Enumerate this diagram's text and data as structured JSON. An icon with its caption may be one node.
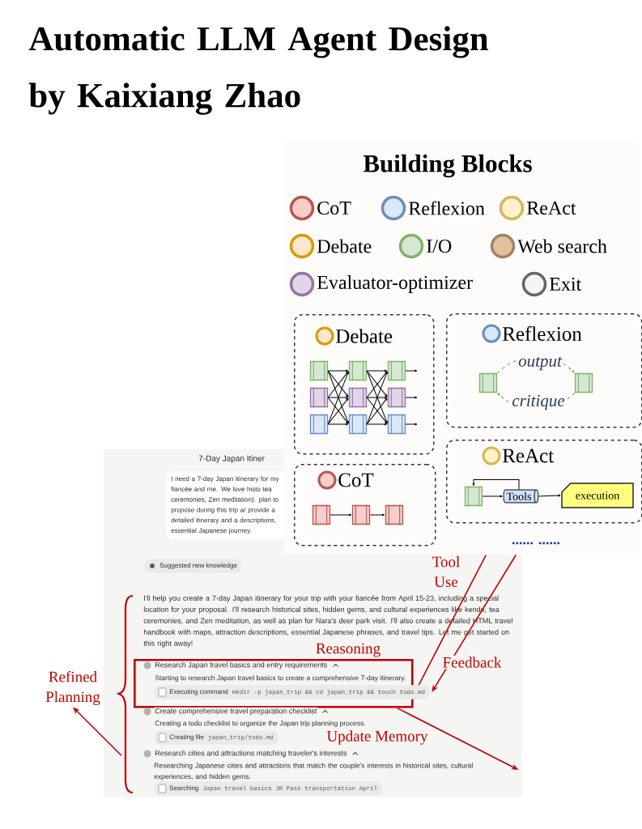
{
  "diagram": {
    "title": "Automatic LLM Agent Design by Kaixiang Zhao",
    "nodes": [
      {
        "text": [
          "7-Day Japan Itiner"
        ]
      },
      {
        "text": [
          "I need a 7-day Japan itinerary for my fiancée and me. We love histo tea ceremonies, Zen meditation). plan to propose during this trip ar provide a detailed itinerary and a descriptions, essential Japanese journey."
        ],
        "in": 0
      },
      {
        "text": [
          "Suggested new knowledge"
        ],
        "in": 0
      },
      {
        "text": [
          "Reasoning"
        ],
        "in": 0
      },
      {
        "text": [
          "Executing command",
          "mkdir -p japan_trip && cd japan_trip && touch todo.md"
        ],
        "in": 3
      },
      {
        "text": [
          "Creating file",
          "japan_trip/todo.md"
        ],
        "in": 0
      },
      {
        "text": [
          "Researching Japanese cities and attractions that match the couple's interests in historical sites, cultural experiences, and hidden gems."
        ],
        "in": 0
      },
      {
        "text": [
          "Searching",
          "Japan travel basics JR Pass transportation April"
        ],
        "in": 0
      },
      {
        "text": [],
        "shape": "brace",
        "in": 0
      },
      {
        "text": [
          "Refined Planning"
        ]
      },
      {
        "text": [
          "Building Blocks"
        ]
      },
      {
        "text": [
          "Debate"
        ],
        "in": 10
      },
      {
        "text": [],
        "shape": "box",
        "in": 11
      },
      {
        "text": [],
        "shape": "box",
        "in": 11
      },
      {
        "text": [],
        "shape": "box",
        "in": 11
      },
      {
        "text": [],
        "shape": "box",
        "in": 11
      },
      {
        "text": [],
        "shape": "box",
        "in": 11
      },
      {
        "text": [],
        "shape": "box",
        "in": 11
      },
      {
        "text": [],
        "shape": "box",
        "in": 11
      },
      {
        "text": [],
        "shape": "box",
        "in": 11
      },
      {
        "text": [],
        "shape": "box",
        "in": 11
      },
      {
        "text": [
          "Reflexion"
        ],
        "in": 10
      },
      {
        "text": [],
        "shape": "box",
        "in": 21
      },
      {
        "text": [],
        "shape": "box",
        "in": 21
      },
      {
        "text": [
          "CoT"
        ]
      },
      {
        "text": [],
        "shape": "box",
        "in": 24
      },
      {
        "text": [],
        "shape": "box",
        "in": 24
      },
      {
        "text": [],
        "shape": "box",
        "in": 24
      },
      {
        "text": [
          "ReAct"
        ],
        "in": 10
      },
      {
        "text": [],
        "shape": "box"
      },
      {
        "text": [
          "Tools"
        ],
        "in": 28
      },
      {
        "text": [
          "execution"
        ],
        "in": 28
      }
    ],
    "edges": [
      {
        "from": 12,
        "to": 15,
        "arrow": "to"
      },
      {
        "from": 12,
        "to": 16,
        "arrow": "to"
      },
      {
        "from": 12,
        "to": 17,
        "arrow": "to"
      },
      {
        "from": 13,
        "to": 15,
        "arrow": "to"
      },
      {
        "from": 13,
        "to": 16,
        "arrow": "to"
      },
      {
        "from": 13,
        "to": 17,
        "arrow": "to"
      },
      {
        "from": 14,
        "to": 15,
        "arrow": "to"
      },
      {
        "from": 14,
        "to": 16,
        "arrow": "to"
      },
      {
        "from": 14,
        "to": 17,
        "arrow": "to"
      },
      {
        "from": 15,
        "to": 18,
        "arrow": "to"
      },
      {
        "from": 15,
        "to": 19,
        "arrow": "to"
      },
      {
        "from": 15,
        "to": 20,
        "arrow": "to"
      },
      {
        "from": 16,
        "to": 18,
        "arrow": "to"
      },
      {
        "from": 16,
        "to": 19,
        "arrow": "to"
      },
      {
        "from": 16,
        "to": 20,
        "arrow": "to"
      },
      {
        "from": 17,
        "to": 18,
        "arrow": "to"
      },
      {
        "from": 17,
        "to": 19,
        "arrow": "to"
      },
      {
        "from": 17,
        "to": 20,
        "arrow": "to"
      },
      {
        "from": 18,
        "to": null,
        "arrow": "to"
      },
      {
        "from": 19,
        "to": null,
        "arrow": "to"
      },
      {
        "from": 20,
        "to": null,
        "arrow": "to"
      },
      {
        "from": 22,
        "to": 23,
        "arrow": "to",
        "label": "output",
        "style": "dashed",
        "color": "#888888"
      },
      {
        "from": 23,
        "to": 22,
        "arrow": "to",
        "label": "critique",
        "style": "dashed",
        "color": "#888888"
      },
      {
        "from": 25,
        "to": 26,
        "arrow": "to"
      },
      {
        "from": 26,
        "to": 27,
        "arrow": "to"
      },
      {
        "from": 29,
        "to": 30,
        "arrow": "to"
      },
      {
        "from": 30,
        "to": 31,
        "arrow": "to"
      },
      {
        "from": 30,
        "to": 29,
        "arrow": "to"
      },
      {
        "from": 10,
        "to": 4,
        "arrow": "none",
        "label": "Tool Use",
        "color": "#c00000"
      },
      {
        "from": 10,
        "to": 4,
        "arrow": "to",
        "label": "Feedback",
        "color": "#c00000"
      },
      {
        "from": 3,
        "to": 6,
        "arrow": "to",
        "label": "Update Memory",
        "color": "#c00000"
      },
      {
        "from": 8,
        "to": 9,
        "arrow": "to",
        "color": "#c00000"
      }
    ],
    "labels": [
      "...... ......",
      "I'll help you create a 7-day Japan itinerary for your trip with your fiancée from April 15-23, including a special location for your proposal. I'll research historical sites, hidden gems, and cultural experiences like kendo, tea ceremonies, and Zen meditation, as well as plan for Nara's deer park visit. I'll also create a detailed HTML travel handbook with maps, attraction descriptions, essential Japanese phrases, and travel tips. Let me get started on this right away!",
      "Research Japan travel basics and entry requirements",
      "Starting to research Japan travel basics to create a comprehensive 7-day itinerary.",
      "Create comprehensive travel preparation checklist",
      "Creating a todo checklist to organize the Japan trip planning process.",
      "Research cities and attractions matching traveler's interests"
    ],
    "legend": [
      {
        "text": "CoT",
        "color": "#f8cecc"
      },
      {
        "text": "Reflexion",
        "color": "#dae8fc"
      },
      {
        "text": "ReAct",
        "color": "#fff2cc"
      },
      {
        "text": "Debate",
        "color": "#ffe6cc"
      },
      {
        "text": "I/O",
        "color": "#d5e8d4"
      },
      {
        "text": "Web search",
        "color": "#e3bf9b"
      },
      {
        "text": "Evaluator-optimizer",
        "color": "#e1d5e7"
      },
      {
        "text": "Exit",
        "color": "#f5f5f5"
      }
    ]
  }
}
